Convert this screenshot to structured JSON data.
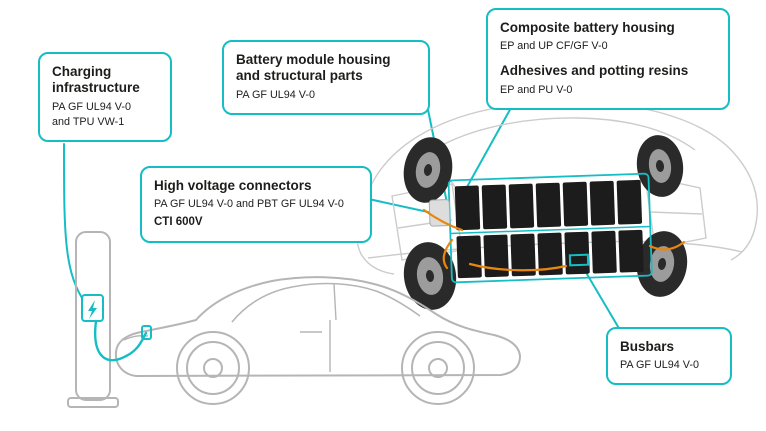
{
  "page": {
    "background": "#ffffff",
    "accent_teal": "#16bdc5",
    "cable_orange": "#e8860d",
    "ink": "#1d1d1b",
    "line_art_gray": "#b5b5b5"
  },
  "callouts": {
    "charging_infrastructure": {
      "title": "Charging infrastructure",
      "materials": [
        "PA GF UL94 V-0",
        "and TPU VW-1"
      ]
    },
    "battery_module_housing": {
      "title": "Battery module housing and structural parts",
      "materials": [
        "PA GF UL94 V-0"
      ]
    },
    "composite_battery_housing": {
      "entries": [
        {
          "title": "Composite battery housing",
          "material": "EP and UP CF/GF V-0"
        },
        {
          "title": "Adhesives and potting resins",
          "material": "EP and PU V-0"
        }
      ]
    },
    "high_voltage_connectors": {
      "title": "High voltage connectors",
      "materials": [
        "PA GF UL94 V-0 and PBT GF UL94 V-0"
      ],
      "rating": "CTI 600V"
    },
    "busbars": {
      "title": "Busbars",
      "materials": [
        "PA GF UL94 V-0"
      ]
    }
  }
}
